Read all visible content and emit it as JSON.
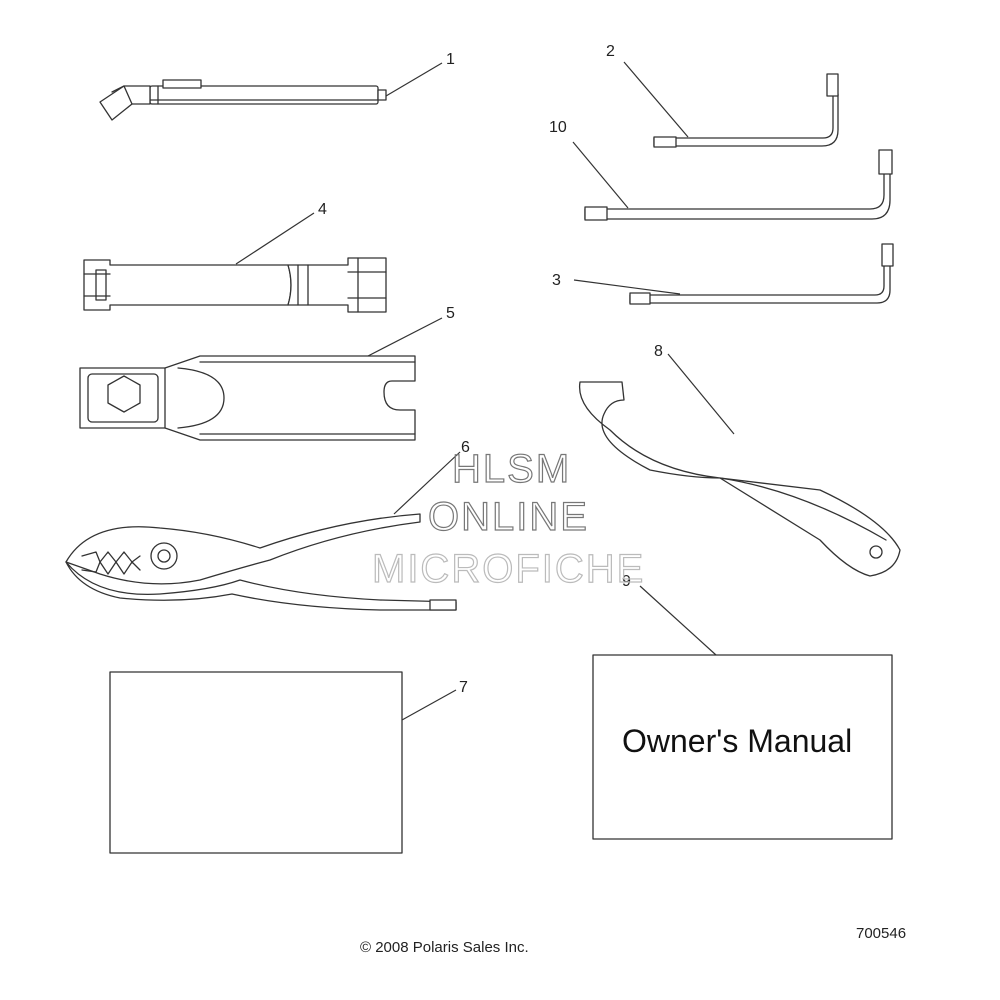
{
  "callouts": {
    "c1": "1",
    "c2": "2",
    "c3": "3",
    "c4": "4",
    "c5": "5",
    "c6": "6",
    "c7": "7",
    "c8": "8",
    "c9": "9",
    "c10": "10"
  },
  "manual_label": "Owner's Manual",
  "watermark": {
    "line1": "HLSM",
    "line2": "ONLINE",
    "line3": "MICROFICHE"
  },
  "footer": {
    "copyright": "© 2008 Polaris Sales Inc.",
    "drawing_number": "700546"
  },
  "colors": {
    "line": "#333333",
    "background": "#ffffff"
  }
}
